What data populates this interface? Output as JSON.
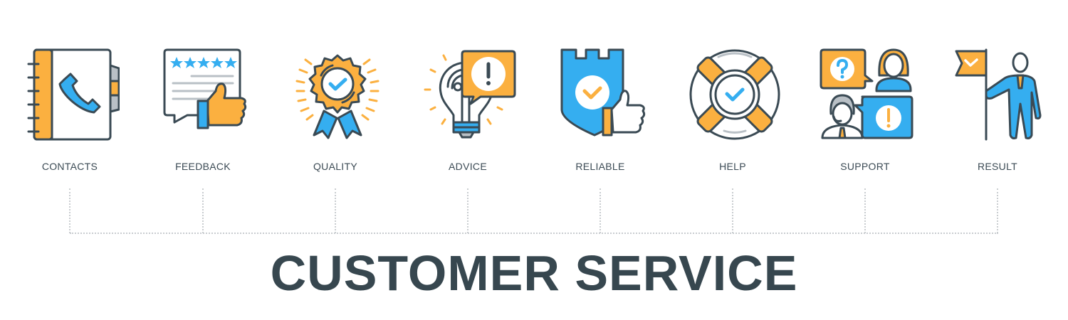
{
  "colors": {
    "stroke": "#3a4a54",
    "orange": "#fbb040",
    "blue": "#35aef0",
    "gray": "#b9c0c6",
    "dotted_line": "#c9cdd0",
    "text": "#37474f"
  },
  "items": [
    {
      "label": "CONTACTS",
      "icon": "contact-book-phone-icon"
    },
    {
      "label": "FEEDBACK",
      "icon": "feedback-stars-thumbs-up-icon"
    },
    {
      "label": "QUALITY",
      "icon": "quality-award-badge-icon"
    },
    {
      "label": "ADVICE",
      "icon": "advice-lightbulb-alert-icon"
    },
    {
      "label": "RELIABLE",
      "icon": "reliable-shield-thumbs-up-icon"
    },
    {
      "label": "HELP",
      "icon": "help-lifebuoy-check-icon"
    },
    {
      "label": "SUPPORT",
      "icon": "support-agent-chat-icon"
    },
    {
      "label": "RESULT",
      "icon": "result-businessman-flag-icon"
    }
  ],
  "title": "CUSTOMER SERVICE"
}
